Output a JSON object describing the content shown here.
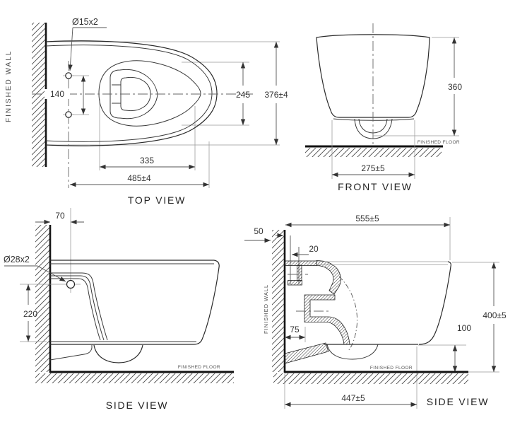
{
  "canvas": {
    "background": "#ffffff",
    "line_color": "#2b2b2b",
    "dim_color": "#555555"
  },
  "views": {
    "top": {
      "title": "TOP VIEW",
      "wall_label": "FINISHED WALL",
      "dims": {
        "hole_callout": "Ø15x2",
        "hole_pitch": "140",
        "bowl_width": "245",
        "overall_width": "376±4",
        "bowl_length": "335",
        "overall_length": "485±4"
      }
    },
    "front": {
      "title": "FRONT VIEW",
      "floor_label": "FINISHED FLOOR",
      "dims": {
        "height": "360",
        "base_width": "275±5"
      }
    },
    "side_left": {
      "title": "SIDE VIEW",
      "floor_label": "FINISHED FLOOR",
      "dims": {
        "hole_setback": "70",
        "hole_callout": "Ø28x2",
        "hole_height": "220"
      }
    },
    "side_right": {
      "title": "SIDE VIEW",
      "wall_label": "FINISHED WALL",
      "floor_label": "FINISHED FLOOR",
      "dims": {
        "wall_thickness": "50",
        "overall_depth": "555±5",
        "setback": "20",
        "drain_setback": "75",
        "overall_height": "400±5",
        "floor_clearance": "100",
        "base_depth": "447±5"
      }
    }
  }
}
